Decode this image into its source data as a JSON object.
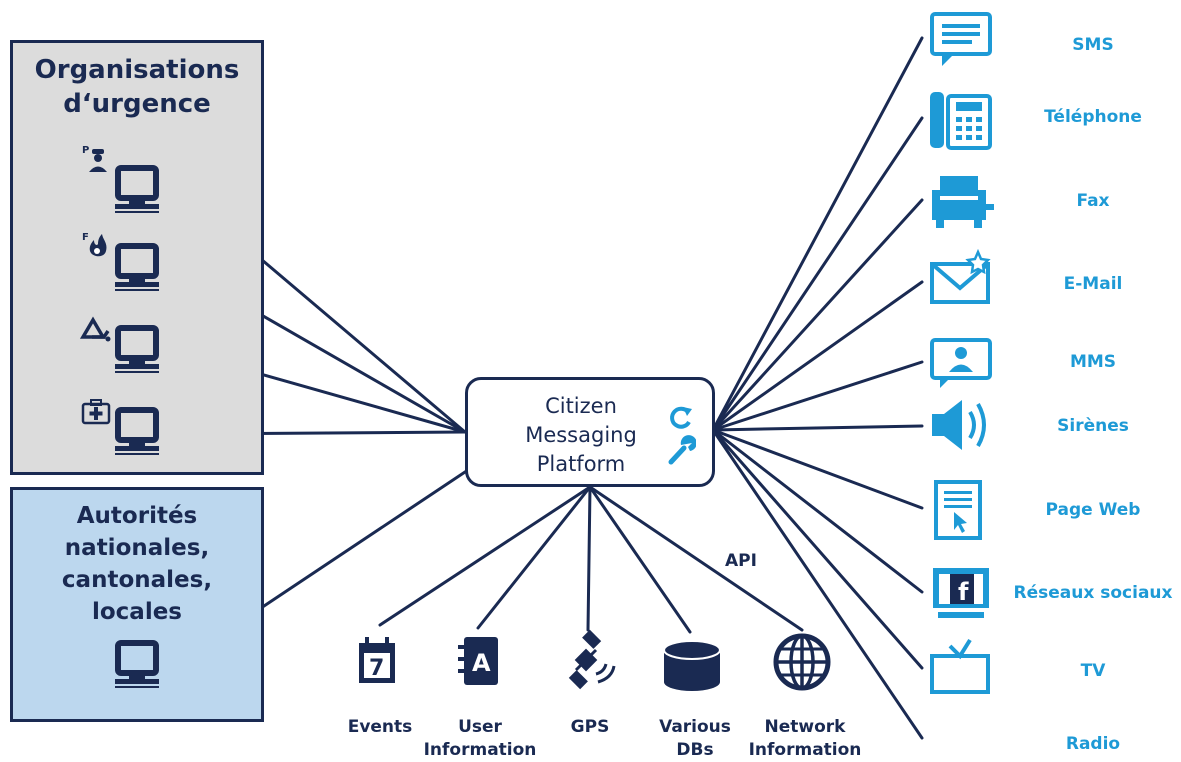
{
  "emergency_panel": {
    "title_line1": "Organisations",
    "title_line2": "d‘urgence",
    "units": [
      {
        "badge": "P",
        "icon": "police-officer-icon"
      },
      {
        "badge": "F",
        "icon": "fire-icon"
      },
      {
        "badge": "",
        "icon": "civil-protection-icon"
      },
      {
        "badge": "",
        "icon": "medical-kit-icon"
      }
    ]
  },
  "authorities_panel": {
    "title_line1": "Autorités",
    "title_line2": "nationales,",
    "title_line3": "cantonales,",
    "title_line4": "locales"
  },
  "hub": {
    "line1": "Citizen",
    "line2": "Messaging",
    "line3": "Platform",
    "icons": [
      "refresh-icon",
      "wrench-icon"
    ]
  },
  "sources": [
    {
      "line1": "Events",
      "line2": "",
      "icon": "calendar-icon",
      "calendar_day": "7"
    },
    {
      "line1": "User",
      "line2": "Information",
      "icon": "address-book-icon",
      "glyph": "A"
    },
    {
      "line1": "GPS",
      "line2": "",
      "icon": "satellite-icon"
    },
    {
      "line1": "Various",
      "line2": "DBs",
      "icon": "database-icon"
    },
    {
      "line1": "Network",
      "line2": "Information",
      "icon": "globe-icon"
    }
  ],
  "api_label": "API",
  "channels": [
    {
      "label": "SMS",
      "icon": "sms-icon"
    },
    {
      "label": "Téléphone",
      "icon": "telephone-icon"
    },
    {
      "label": "Fax",
      "icon": "fax-icon"
    },
    {
      "label": "E-Mail",
      "icon": "email-icon"
    },
    {
      "label": "MMS",
      "icon": "mms-icon"
    },
    {
      "label": "Sirènes",
      "icon": "siren-icon"
    },
    {
      "label": "Page Web",
      "icon": "web-page-icon"
    },
    {
      "label": "Réseaux sociaux",
      "icon": "social-network-icon"
    },
    {
      "label": "TV",
      "icon": "tv-icon"
    },
    {
      "label": "Radio",
      "icon": "radio-icon"
    }
  ],
  "colors": {
    "navy": "#1a2a52",
    "channel_blue": "#1e9ad6",
    "emergency_panel_bg": "#dcdcdc",
    "authorities_panel_bg": "#bcd7ee"
  }
}
